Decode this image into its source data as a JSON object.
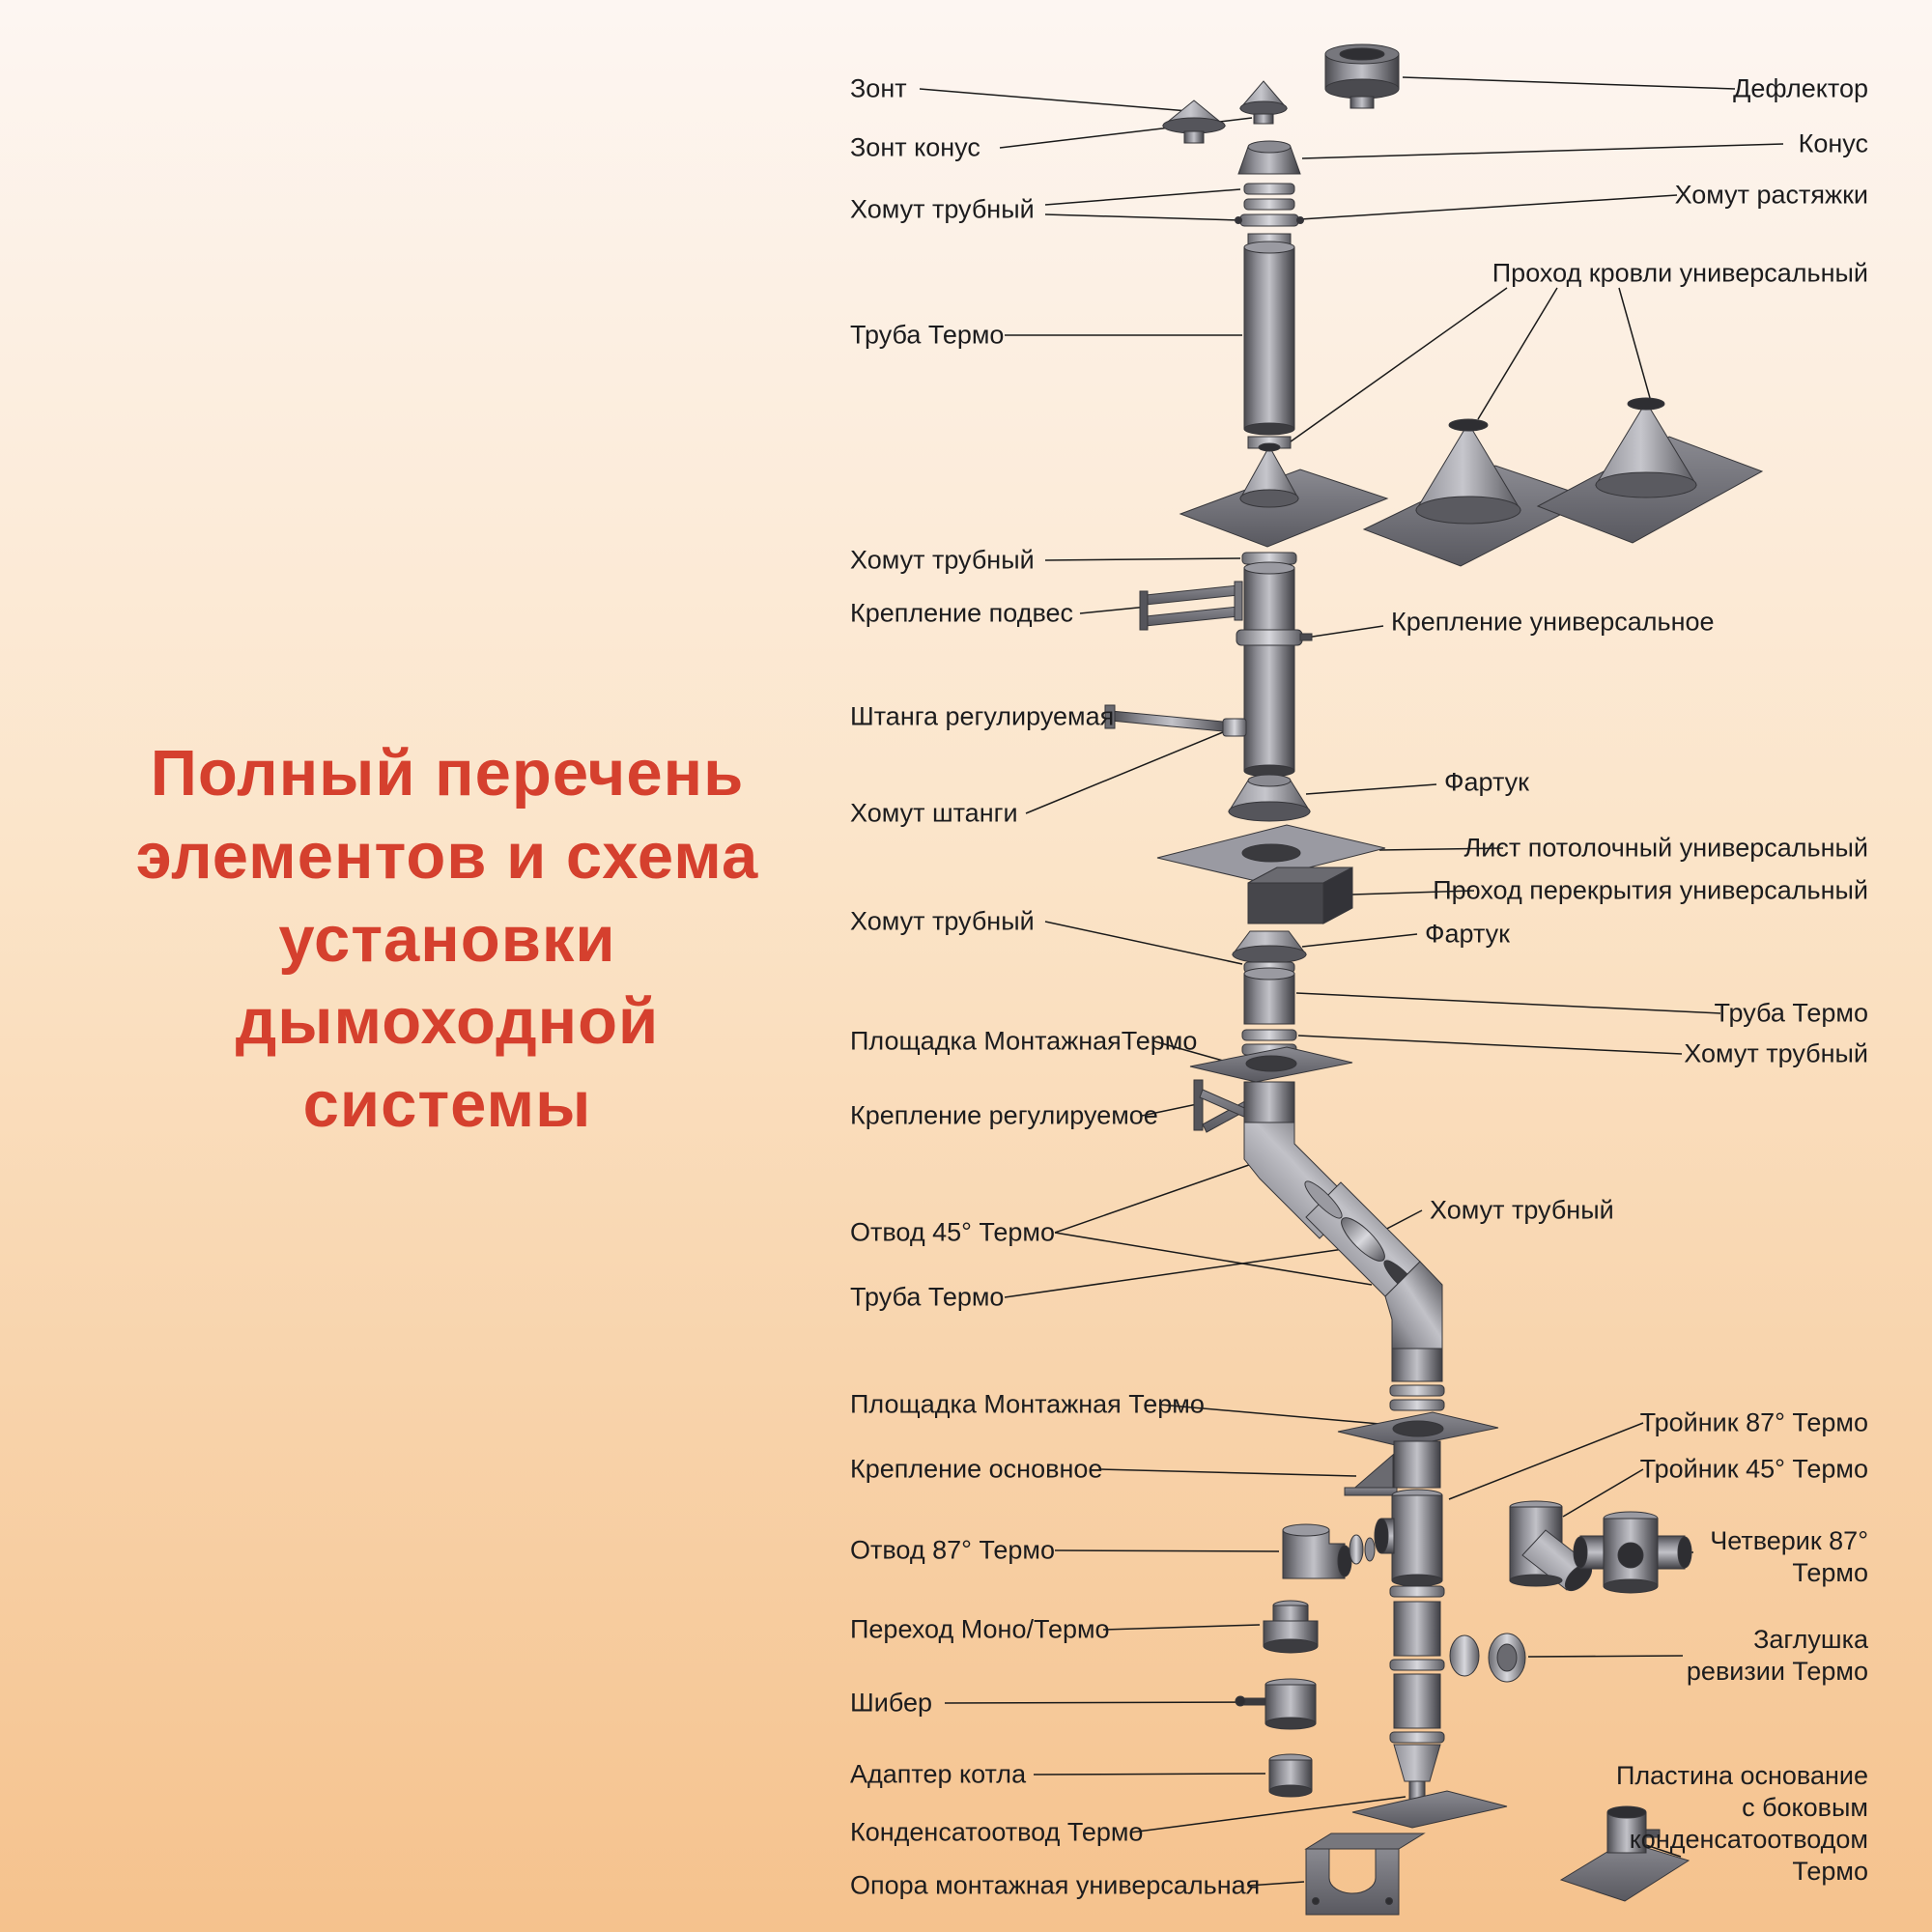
{
  "title": {
    "lines": [
      "Полный перечень",
      "элементов и схема",
      "установки",
      "дымоходной",
      "системы"
    ]
  },
  "labels": {
    "left": [
      {
        "text": "Зонт"
      },
      {
        "text": "Зонт конус"
      },
      {
        "text": "Хомут трубный"
      },
      {
        "text": "Труба Термо"
      },
      {
        "text": "Хомут трубный"
      },
      {
        "text": "Крепление подвес"
      },
      {
        "text": "Штанга регулируемая"
      },
      {
        "text": "Хомут штанги"
      },
      {
        "text": "Хомут трубный"
      },
      {
        "text": "Площадка МонтажнаяТермо"
      },
      {
        "text": "Крепление регулируемое"
      },
      {
        "text": "Отвод 45° Термо"
      },
      {
        "text": "Труба Термо"
      },
      {
        "text": "Площадка Монтажная Термо"
      },
      {
        "text": "Крепление основное"
      },
      {
        "text": "Отвод 87° Термо"
      },
      {
        "text": "Переход Моно/Термо"
      },
      {
        "text": "Шибер"
      },
      {
        "text": "Адаптер котла"
      },
      {
        "text": "Конденсатоотвод Термо"
      },
      {
        "text": "Опора монтажная универсальная"
      }
    ],
    "right": [
      {
        "text": "Дефлектор"
      },
      {
        "text": "Конус"
      },
      {
        "text": "Хомут растяжки"
      },
      {
        "text": "Проход кровли универсальный"
      },
      {
        "text": "Лист потолочный универсальный"
      },
      {
        "text": "Проход перекрытия универсальный"
      },
      {
        "text": "Труба Термо"
      },
      {
        "text": "Хомут трубный"
      },
      {
        "text": "Тройник 87° Термо"
      },
      {
        "text": "Тройник 45° Термо"
      },
      {
        "text": "Четверик 87°\nТермо"
      },
      {
        "text": "Заглушка\nревизии Термо"
      },
      {
        "text": "Пластина основание\nс боковым\nконденсатоотводом\nТермо"
      }
    ],
    "mid": [
      {
        "text": "Крепление универсальное"
      },
      {
        "text": "Фартук"
      },
      {
        "text": "Фартук"
      },
      {
        "text": "Хомут трубный"
      }
    ]
  },
  "colors": {
    "accent": "#d5402e",
    "bg_top": "#fdf6f2",
    "bg_bottom": "#f5c28d",
    "metal_dark": "#3c3c40",
    "metal_light": "#c2c2c8",
    "leader_line": "#1a1a1a"
  }
}
